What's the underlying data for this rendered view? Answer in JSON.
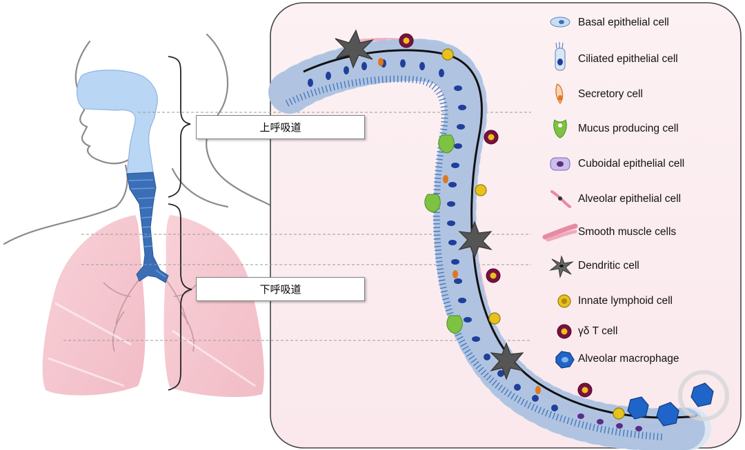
{
  "regions": {
    "upper": "上呼吸道",
    "lower": "下呼吸道"
  },
  "legend": [
    {
      "label": "Basal epithelial cell",
      "icon": "basal-cell-icon"
    },
    {
      "label": "Ciliated epithelial cell",
      "icon": "ciliated-cell-icon"
    },
    {
      "label": "Secretory cell",
      "icon": "secretory-cell-icon"
    },
    {
      "label": "Mucus producing cell",
      "icon": "mucus-cell-icon"
    },
    {
      "label": "Cuboidal epithelial cell",
      "icon": "cuboidal-cell-icon"
    },
    {
      "label": "Alveolar epithelial cell",
      "icon": "alveolar-cell-icon"
    },
    {
      "label": "Smooth muscle cells",
      "icon": "smooth-muscle-icon"
    },
    {
      "label": "Dendritic cell",
      "icon": "dendritic-cell-icon"
    },
    {
      "label": "Innate lymphoid cell",
      "icon": "innate-lymphoid-icon"
    },
    {
      "label": "γδ T cell",
      "icon": "gamma-delta-t-icon"
    },
    {
      "label": "Alveolar macrophage",
      "icon": "macrophage-icon"
    }
  ],
  "colors": {
    "panel_bg": "#fbeef1",
    "airway_blue": "#3a6fb8",
    "airway_light": "#b9d6f5",
    "lung_pink": "#f4b9c3",
    "ciliated_fill": "#d9e6f5",
    "nucleus": "#1f3f9a",
    "secretory": "#e0771f",
    "mucus": "#7dc242",
    "cuboidal": "#b7a6dc",
    "muscle": "#e88aa1",
    "dendritic": "#555555",
    "ilc": "#e8c21a",
    "gd_t": "#7a1040",
    "macrophage": "#1f64c8"
  }
}
